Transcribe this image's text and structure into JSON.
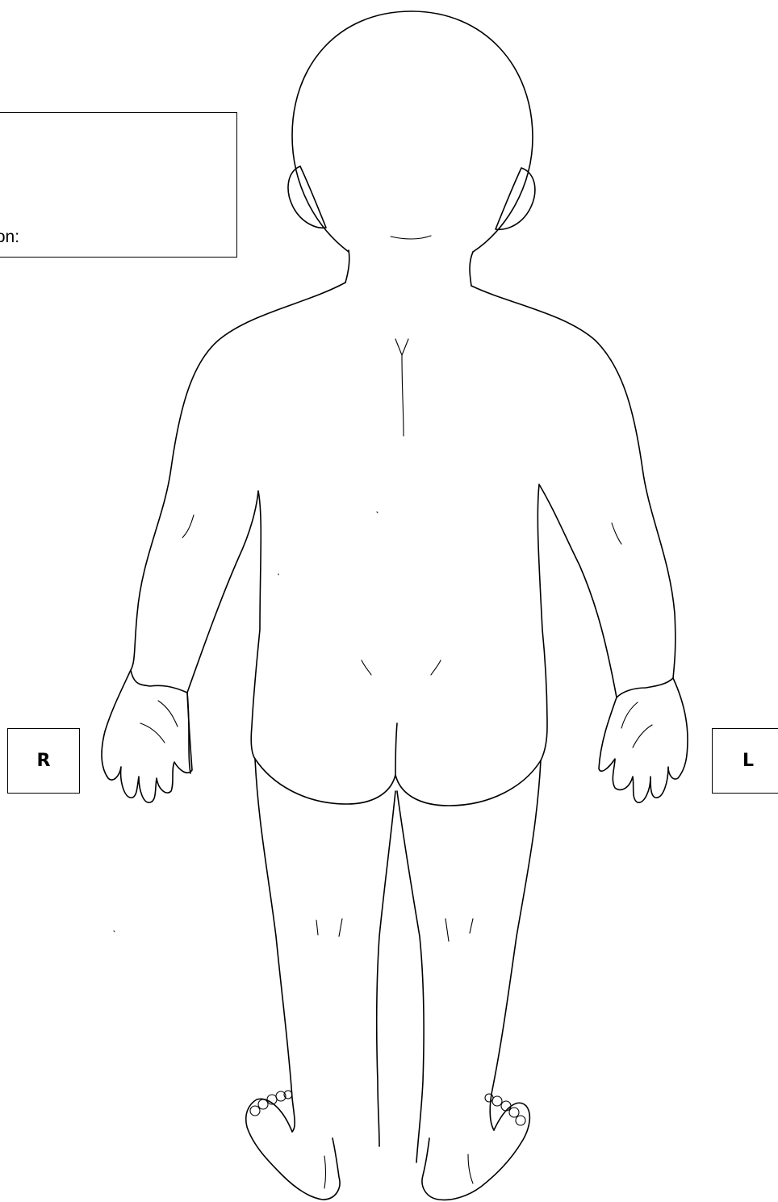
{
  "info_box": {
    "visible_text": "nation:"
  },
  "side_labels": {
    "right": "R",
    "left": "L"
  },
  "figure": {
    "view": "posterior",
    "icon": "child-body-outline-back-view",
    "stroke_color": "#000000",
    "background": "#ffffff"
  }
}
